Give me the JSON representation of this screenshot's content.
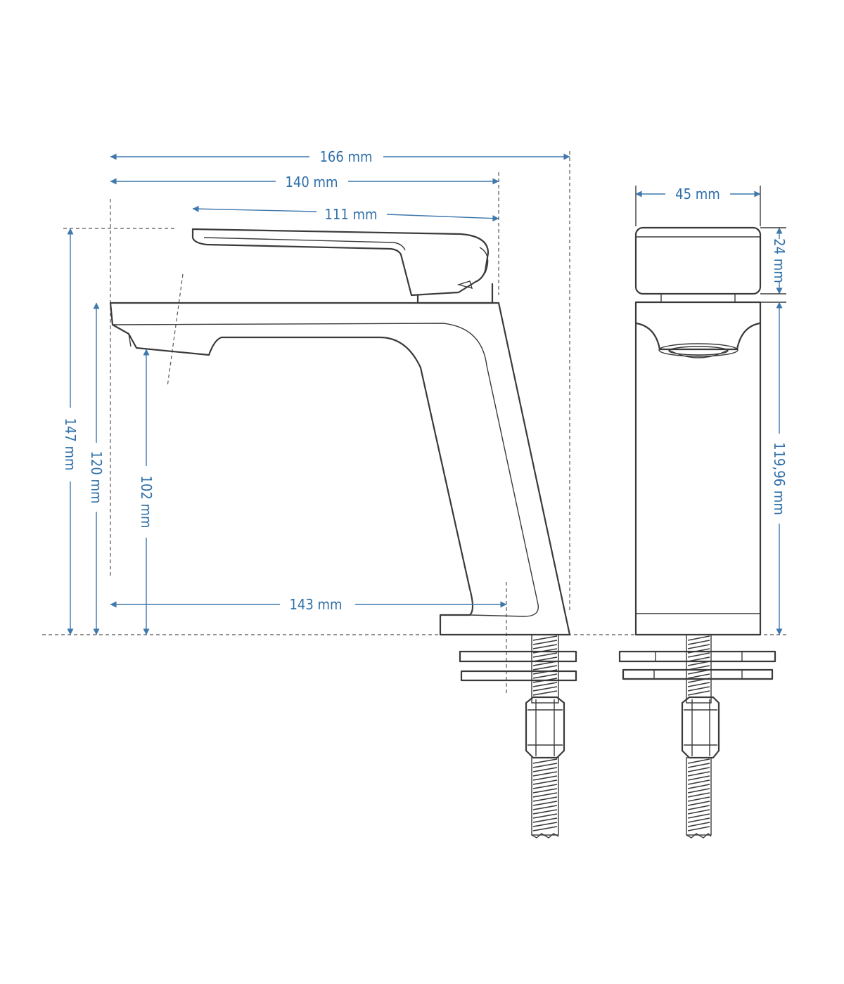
{
  "colors": {
    "dimension": "#2f6fa8",
    "outline": "#3a3a3a",
    "background": "#ffffff"
  },
  "dimensions": {
    "overall_length": "166 mm",
    "body_length": "140 mm",
    "lever_length": "111 mm",
    "total_height": "147 mm",
    "body_height": "120 mm",
    "spout_height": "102 mm",
    "spout_reach": "143 mm",
    "side_width": "45 mm",
    "handle_height": "24 mm",
    "side_body_height": "119,96 mm"
  }
}
